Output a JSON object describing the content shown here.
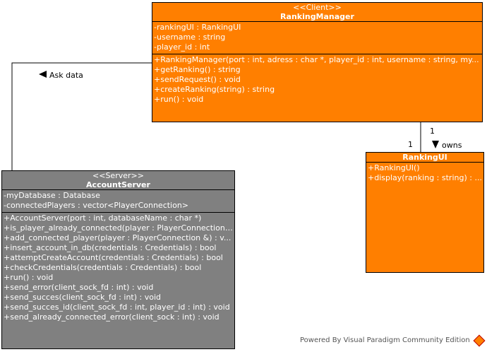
{
  "ranking_manager": {
    "stereotype": "<<Client>>",
    "name": "RankingManager",
    "attributes": [
      "-rankingUI : RankingUI",
      "-username : string",
      "-player_id : int"
    ],
    "operations": [
      "+RankingManager(port : int, adress : char *, player_id : int, username : string, my...",
      "+getRanking() : string",
      "+sendRequest() : void",
      "+createRanking(string) : string",
      "+run() : void"
    ]
  },
  "ranking_ui": {
    "name": "RankingUI",
    "operations": [
      "+RankingUI()",
      "+display(ranking : string) : ..."
    ]
  },
  "account_server": {
    "stereotype": "<<Server>>",
    "name": "AccountServer",
    "attributes": [
      "-myDatabase : Database",
      "-connectedPlayers : vector<PlayerConnection>"
    ],
    "operations": [
      "+AccountServer(port : int, databaseName : char *)",
      "+is_player_already_connected(player : PlayerConnection ...",
      "+add_connected_player(player : PlayerConnection &) : v...",
      "+insert_account_in_db(credentials : Credentials) : bool",
      "+attemptCreateAccount(credentials : Credentials) : bool",
      "+checkCredentials(credentials : Credentials) : bool",
      "+run() : void",
      "+send_error(client_sock_fd : int) : void",
      "+send_succes(client_sock_fd : int) : void",
      "+send_succes_id(client_sock_fd : int, player_id : int) : void",
      "+send_already_connected_error(client_sock : int) : void"
    ]
  },
  "associations": {
    "ask_data": {
      "label": "Ask data",
      "direction_icon": "triangle-left-icon"
    },
    "owns": {
      "label": "owns",
      "direction_icon": "triangle-down-icon",
      "multiplicity_source": "1",
      "multiplicity_target": "1"
    }
  },
  "footer": {
    "powered_by": "Powered By Visual Paradigm Community Edition",
    "logo_icon": "visual-paradigm-logo-icon"
  },
  "colors": {
    "class_fill": "#ff7f00",
    "server_fill": "#808080",
    "text": "#ffffff"
  }
}
